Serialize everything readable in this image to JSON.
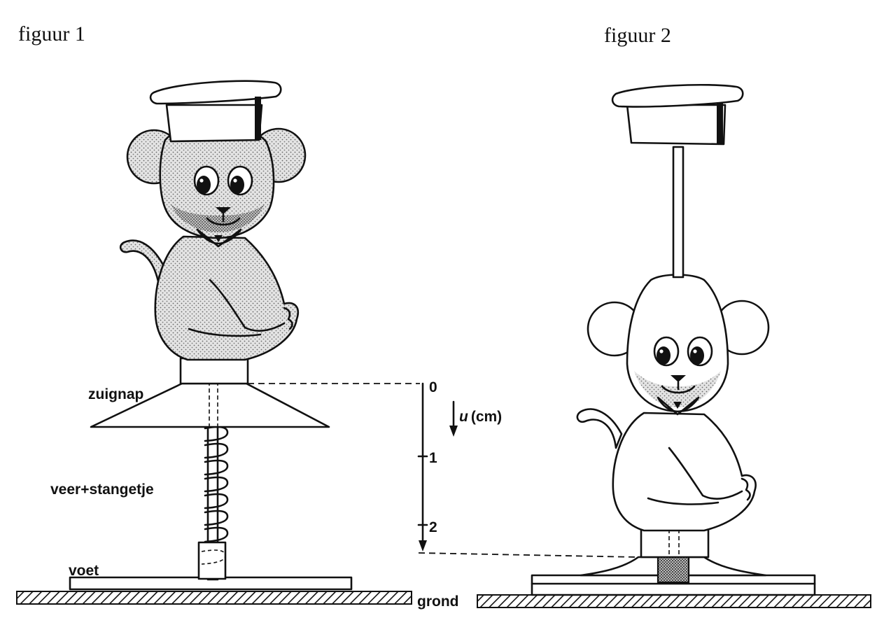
{
  "figure1": {
    "title": "figuur 1",
    "labels": {
      "suction_cup": "zuignap",
      "spring_rod": "veer+stangetje",
      "foot": "voet"
    }
  },
  "figure2": {
    "title": "figuur 2"
  },
  "ground_label": "grond",
  "scale": {
    "axis_variable": "u",
    "axis_unit": "(cm)",
    "ticks": [
      "0",
      "1",
      "2"
    ]
  }
}
